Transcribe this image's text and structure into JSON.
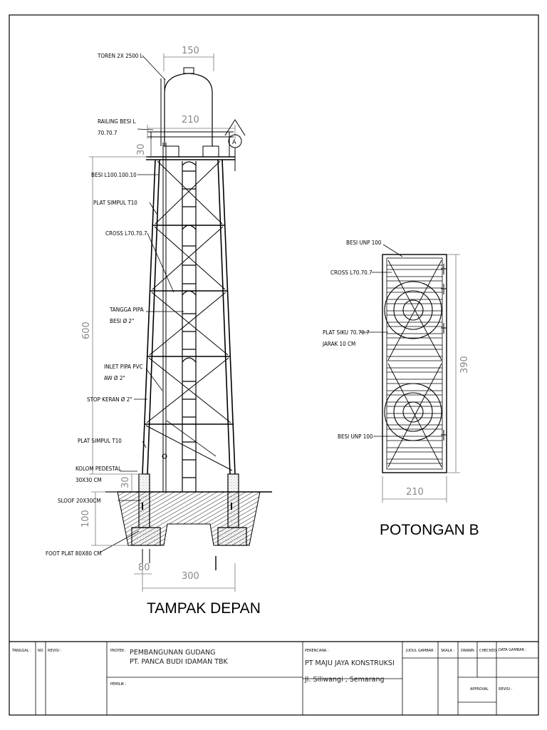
{
  "front_view": {
    "title": "TAMPAK DEPAN",
    "labels": {
      "toren": "TOREN 2X 2500 L",
      "railing_1": "RAILING BESI L",
      "railing_2": "70.70.7",
      "besi_l": "BESI L100.100.10",
      "plat_simpul_top": "PLAT SIMPUL T10",
      "cross": "CROSS L70.70.7",
      "tangga_1": "TANGGA PIPA",
      "tangga_2": "BESI Ø 2\"",
      "inlet_1": "INLET PIPA PVC",
      "inlet_2": "AW Ø 2\"",
      "stop_keran": "STOP KERAN Ø 2\"",
      "plat_simpul_bottom": "PLAT SIMPUL T10",
      "kolom_1": "KOLOM PEDESTAL",
      "kolom_2": "30X30 CM",
      "sloof": "SLOOF 20X30CM",
      "foot_plat": "FOOT PLAT 80X80 CM"
    },
    "dims": {
      "top_150": "150",
      "top_210": "210",
      "d30_top": "30",
      "d600": "600",
      "d30_bottom": "30",
      "d100": "100",
      "d80": "80",
      "d300": "300"
    },
    "section_marker": "A"
  },
  "section_view": {
    "title": "POTONGAN B",
    "labels": {
      "besi_unp_top": "BESI UNP 100",
      "cross": "CROSS L70.70.7",
      "plat_siku_1": "PLAT SIKU 70.70.7",
      "plat_siku_2": "JARAK 10 CM",
      "besi_unp_bottom": "BESI UNP 100"
    },
    "dims": {
      "d390": "390",
      "d210": "210"
    }
  },
  "title_block": {
    "tanggal_label": "TANGGAL :",
    "no_label": "NO",
    "revisi_label": "REVISI :",
    "proyek_label": "PROYEK :",
    "proyek_line1": "PEMBANGUNAN GUDANG",
    "proyek_line2": "PT. PANCA BUDI IDAMAN TBK",
    "pemilik_label": "PEMILIK :",
    "perencana_label": "PERENCANA :",
    "perencana_line1": "PT MAJU JAYA KONSTRUKSI",
    "perencana_line2": "Jl. Siliwangi , Semarang",
    "judul_label": "JUDUL GAMBAR :",
    "skala_label": "SKALA :",
    "drawn_label": "DRAWN :",
    "checked_label": "CHECKED :",
    "data_label": "DATA GAMBAR :",
    "approval_label": "APPROVAL",
    "revisi2_label": "REVISI :"
  }
}
